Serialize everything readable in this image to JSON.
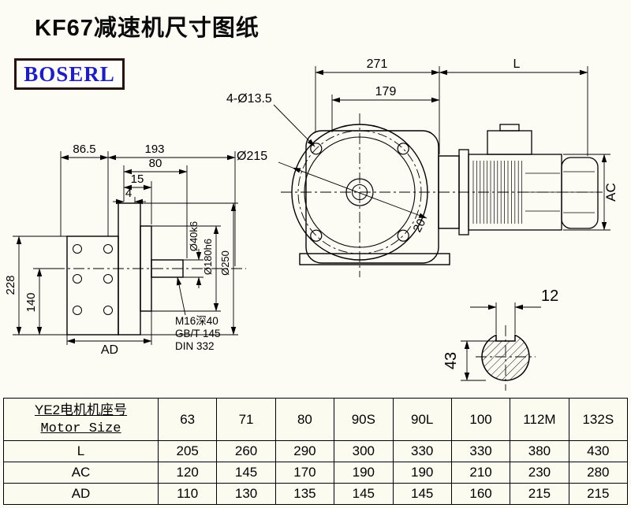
{
  "page": {
    "title": "KF67减速机尺寸图纸",
    "brand": "BOSERL"
  },
  "front_view": {
    "total_width": "271",
    "inner_width": "179",
    "motor_length": "L",
    "bolt_holes": "4-Ø13.5",
    "flange_diameter": "Ø215",
    "wall_dim": "20",
    "motor_height": "AC"
  },
  "side_view": {
    "dim_86_5": "86.5",
    "dim_193": "193",
    "dim_80": "80",
    "dim_15": "15",
    "dim_4": "4",
    "dim_228": "228",
    "dim_140": "140",
    "dim_ad": "AD",
    "shaft_diameter": "Ø40k6",
    "spigot_diameter": "Ø180h6",
    "flange_diameter": "Ø250",
    "tap_hole": "M16深40",
    "standard_1": "GB/T 145",
    "standard_2": "DIN 332"
  },
  "shaft_section": {
    "key_width": "12",
    "key_height": "43"
  },
  "table": {
    "header_cn": "YE2电机机座号",
    "header_en": "Motor Size",
    "sizes": [
      "63",
      "71",
      "80",
      "90S",
      "90L",
      "100",
      "112M",
      "132S"
    ],
    "rows": [
      {
        "label": "L",
        "values": [
          "205",
          "260",
          "290",
          "300",
          "330",
          "330",
          "380",
          "430"
        ]
      },
      {
        "label": "AC",
        "values": [
          "120",
          "145",
          "170",
          "190",
          "190",
          "210",
          "230",
          "280"
        ]
      },
      {
        "label": "AD",
        "values": [
          "110",
          "130",
          "135",
          "145",
          "145",
          "160",
          "215",
          "215"
        ]
      }
    ]
  }
}
